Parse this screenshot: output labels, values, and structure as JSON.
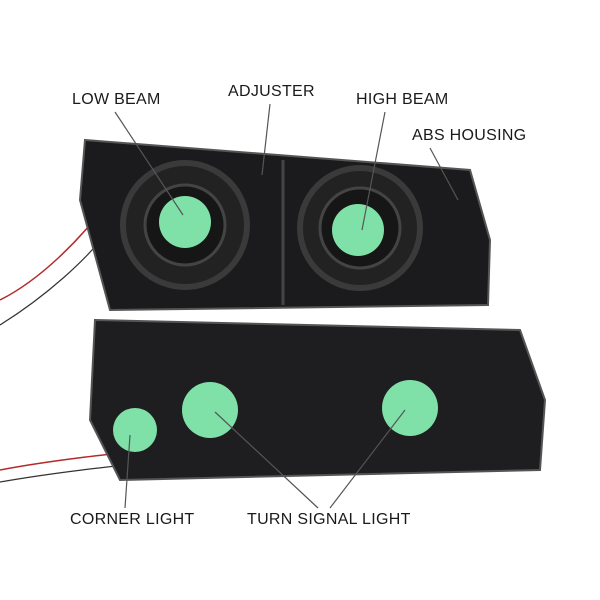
{
  "labels": {
    "low_beam": "LOW BEAM",
    "adjuster": "ADJUSTER",
    "high_beam": "HIGH BEAM",
    "abs_housing": "ABS HOUSING",
    "corner_light": "CORNER LIGHT",
    "turn_signal_light": "TURN SIGNAL LIGHT"
  },
  "colors": {
    "housing": "#1b1b1d",
    "bulb": "#7fe0a8",
    "wire": "#b22a2a"
  }
}
